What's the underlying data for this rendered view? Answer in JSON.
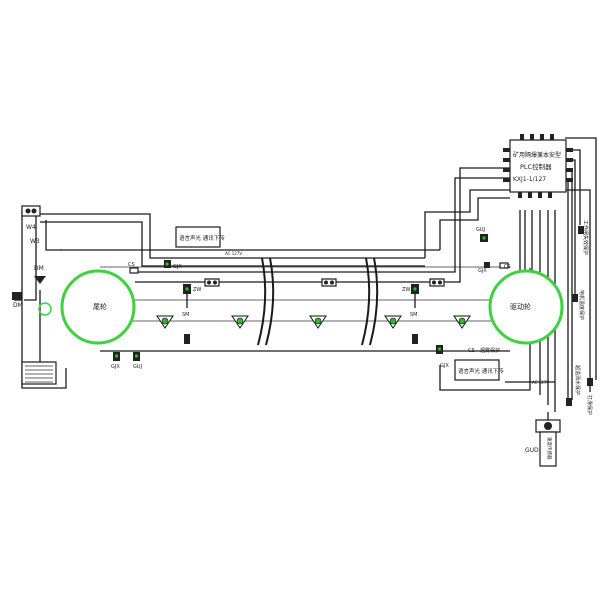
{
  "colors": {
    "line": "#1a1a1a",
    "wheel": "#3fd13f",
    "device": "#2db82d"
  },
  "plc": {
    "title_line1": "矿用隔爆兼本安型",
    "title_line2": "PLC控制器",
    "title_line3": "KXJ1-1/127"
  },
  "wheels": {
    "tail": "尾轮",
    "drive": "驱动轮"
  },
  "alarm_box_left": "语言声光  通讯下传",
  "alarm_box_right": "语言声光  通讯下传",
  "labels": {
    "w4": "W4",
    "w3": "W3",
    "dm_top": "DM",
    "dm_left": "DM",
    "cs_left": "CS",
    "cs_right": "CS",
    "gjx_left": "GJX",
    "gjx_right": "GJX",
    "gjx_bottom_left": "GJX",
    "gjx_bottom_right": "GJX",
    "guj_bottom": "GUJ",
    "guj_right": "GUJ",
    "zw_left": "ZW",
    "zw_right": "ZW",
    "sm_left": "SM",
    "sm_right": "SM",
    "ac_top": "AC 127V",
    "ac_bottom": "AC 127V",
    "gud": "GUD",
    "cs_bottom": "CS",
    "cs_bottom_text": "烟雾保护",
    "vertical_right_1": "工作闸失效保护",
    "vertical_right_2": "电机温度保护",
    "vertical_right_3": "超温洒水保护",
    "vertical_right_4": "打滑保护",
    "gud_box": "速度传感器"
  },
  "icons": [
    "speed-sensor-icon",
    "alarm-speaker-icon",
    "cable-tension-switch-icon",
    "deviation-switch-icon",
    "coal-level-sensor-icon"
  ]
}
